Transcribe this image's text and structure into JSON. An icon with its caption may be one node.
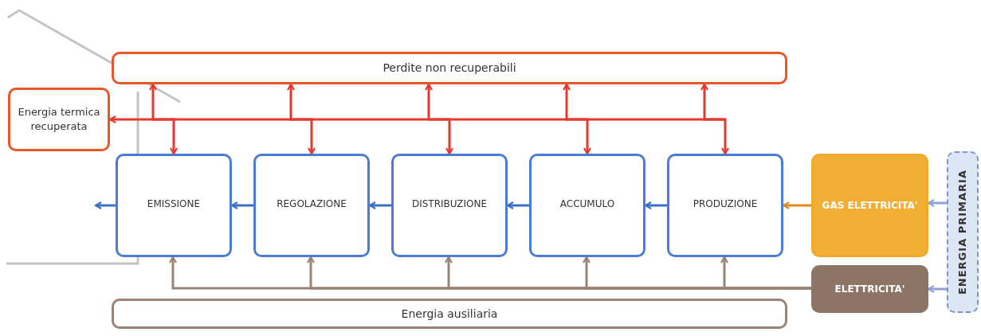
{
  "diagram": {
    "nodes": [
      {
        "text": [
          "Perdite non recuperabili"
        ]
      },
      {
        "text": [
          "Energia termica recuperata"
        ]
      },
      {
        "text": [
          "EMISSIONE"
        ]
      },
      {
        "text": [
          "REGOLAZIONE"
        ]
      },
      {
        "text": [
          "DISTRIBUZIONE"
        ]
      },
      {
        "text": [
          "ACCUMULO"
        ]
      },
      {
        "text": [
          "PRODUZIONE"
        ]
      },
      {
        "text": [
          "GAS ELETTRICITA'"
        ]
      },
      {
        "text": [
          "ELETTRICITA'"
        ]
      },
      {
        "text": [
          "ENERGIA PRIMARIA"
        ]
      },
      {
        "text": [
          "Energia ausiliaria"
        ]
      }
    ],
    "edges": [
      {
        "from": 0,
        "to": 2,
        "arrow": "both",
        "color": "#e8372c"
      },
      {
        "from": 0,
        "to": 3,
        "arrow": "both",
        "color": "#e8372c"
      },
      {
        "from": 0,
        "to": 4,
        "arrow": "both",
        "color": "#e8372c"
      },
      {
        "from": 0,
        "to": 5,
        "arrow": "both",
        "color": "#e8372c"
      },
      {
        "from": 0,
        "to": 6,
        "arrow": "both",
        "color": "#e8372c"
      },
      {
        "from": null,
        "to": 1,
        "arrow": "to",
        "color": "#e8372c"
      },
      {
        "from": 3,
        "to": 2,
        "arrow": "to",
        "color": "#3a6fc4"
      },
      {
        "from": 4,
        "to": 3,
        "arrow": "to",
        "color": "#3a6fc4"
      },
      {
        "from": 5,
        "to": 4,
        "arrow": "to",
        "color": "#3a6fc4"
      },
      {
        "from": 6,
        "to": 5,
        "arrow": "to",
        "color": "#3a6fc4"
      },
      {
        "from": 2,
        "to": null,
        "arrow": "to",
        "color": "#3a6fc4"
      },
      {
        "from": 7,
        "to": 6,
        "arrow": "to",
        "color": "#e08a1e"
      },
      {
        "from": 8,
        "to": 2,
        "arrow": "to",
        "color": "#9a8374"
      },
      {
        "from": 8,
        "to": 3,
        "arrow": "to",
        "color": "#9a8374"
      },
      {
        "from": 8,
        "to": 4,
        "arrow": "to",
        "color": "#9a8374"
      },
      {
        "from": 8,
        "to": 5,
        "arrow": "to",
        "color": "#9a8374"
      },
      {
        "from": 8,
        "to": 6,
        "arrow": "to",
        "color": "#9a8374"
      },
      {
        "from": 9,
        "to": 7,
        "arrow": "to",
        "color": "#8fa3d6"
      },
      {
        "from": 9,
        "to": 8,
        "arrow": "to",
        "color": "#8fa3d6"
      }
    ]
  }
}
